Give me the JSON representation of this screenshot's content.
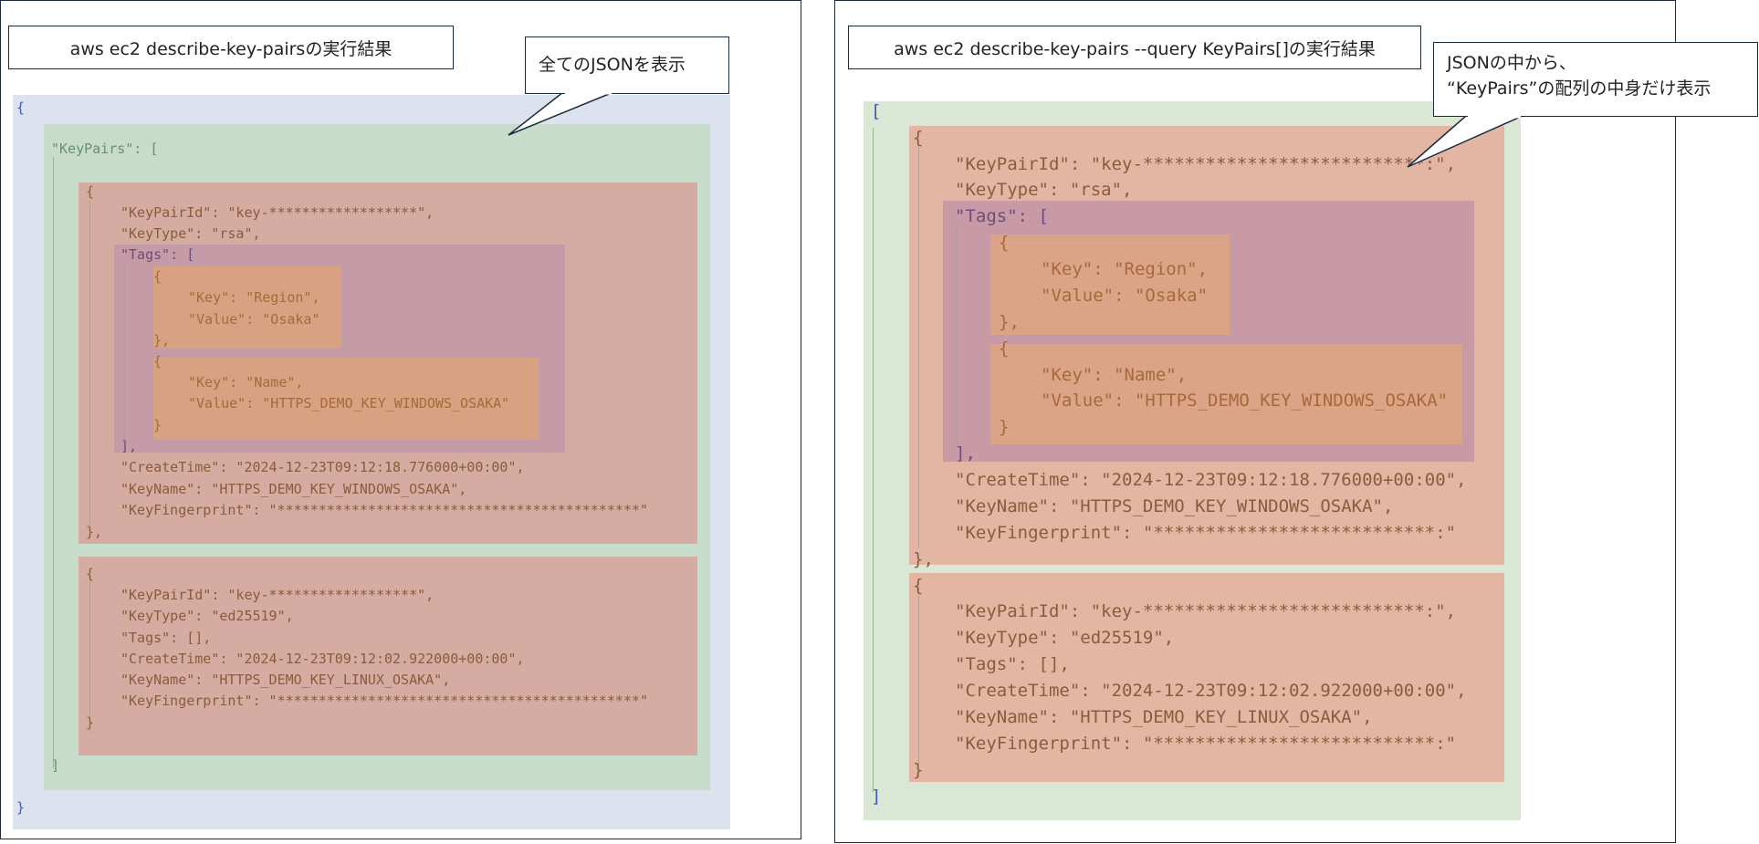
{
  "left": {
    "title": "aws ec2 describe-key-pairsの実行結果",
    "callout": "全てのJSONを表示",
    "open_brace": "{",
    "keypairs_open": "\"KeyPairs\": [",
    "kp1_open": "{",
    "kp1_id": "\"KeyPairId\": \"key-******************\",",
    "kp1_type": "\"KeyType\": \"rsa\",",
    "kp1_tags_open": "\"Tags\": [",
    "tag1_open": "{",
    "tag1_key": "\"Key\": \"Region\",",
    "tag1_value": "\"Value\": \"Osaka\"",
    "tag1_close": "},",
    "tag2_open": "{",
    "tag2_key": "\"Key\": \"Name\",",
    "tag2_value": "\"Value\": \"HTTPS_DEMO_KEY_WINDOWS_OSAKA\"",
    "tag2_close": "}",
    "kp1_tags_close": "],",
    "kp1_create": "\"CreateTime\": \"2024-12-23T09:12:18.776000+00:00\",",
    "kp1_name": "\"KeyName\": \"HTTPS_DEMO_KEY_WINDOWS_OSAKA\",",
    "kp1_fp": "\"KeyFingerprint\": \"********************************************\"",
    "kp1_close": "},",
    "kp2_open": "{",
    "kp2_id": "\"KeyPairId\": \"key-******************\",",
    "kp2_type": "\"KeyType\": \"ed25519\",",
    "kp2_tags": "\"Tags\": [],",
    "kp2_create": "\"CreateTime\": \"2024-12-23T09:12:02.922000+00:00\",",
    "kp2_name": "\"KeyName\": \"HTTPS_DEMO_KEY_LINUX_OSAKA\",",
    "kp2_fp": "\"KeyFingerprint\": \"********************************************\"",
    "kp2_close": "}",
    "keypairs_close": "]",
    "close_brace": "}"
  },
  "right": {
    "title": "aws ec2 describe-key-pairs --query KeyPairs[]の実行結果",
    "callout": "JSONの中から、\n“KeyPairs”の配列の中身だけ表示",
    "open_bracket": "[",
    "kp1_open": "{",
    "kp1_id": "\"KeyPairId\": \"key-***************************:\",",
    "kp1_type": "\"KeyType\": \"rsa\",",
    "kp1_tags_open": "\"Tags\": [",
    "tag1_open": "{",
    "tag1_key": "\"Key\": \"Region\",",
    "tag1_value": "\"Value\": \"Osaka\"",
    "tag1_close": "},",
    "tag2_open": "{",
    "tag2_key": "\"Key\": \"Name\",",
    "tag2_value": "\"Value\": \"HTTPS_DEMO_KEY_WINDOWS_OSAKA\"",
    "tag2_close": "}",
    "kp1_tags_close": "],",
    "kp1_create": "\"CreateTime\": \"2024-12-23T09:12:18.776000+00:00\",",
    "kp1_name": "\"KeyName\": \"HTTPS_DEMO_KEY_WINDOWS_OSAKA\",",
    "kp1_fp": "\"KeyFingerprint\": \"***************************:\"",
    "kp1_close": "},",
    "kp2_open": "{",
    "kp2_id": "\"KeyPairId\": \"key-***************************:\",",
    "kp2_type": "\"KeyType\": \"ed25519\",",
    "kp2_tags": "\"Tags\": [],",
    "kp2_create": "\"CreateTime\": \"2024-12-23T09:12:02.922000+00:00\",",
    "kp2_name": "\"KeyName\": \"HTTPS_DEMO_KEY_LINUX_OSAKA\",",
    "kp2_fp": "\"KeyFingerprint\": \"***************************:\"",
    "kp2_close": "}",
    "close_bracket": "]"
  },
  "colors": {
    "outer_blue": "#dce3ee",
    "keypairs_green": "#c8dccb",
    "keypair_salmon": "#d4aca1",
    "tags_purple": "#c49ba7",
    "tag_orange": "#d8a282",
    "frame": "#1b2a3c"
  }
}
